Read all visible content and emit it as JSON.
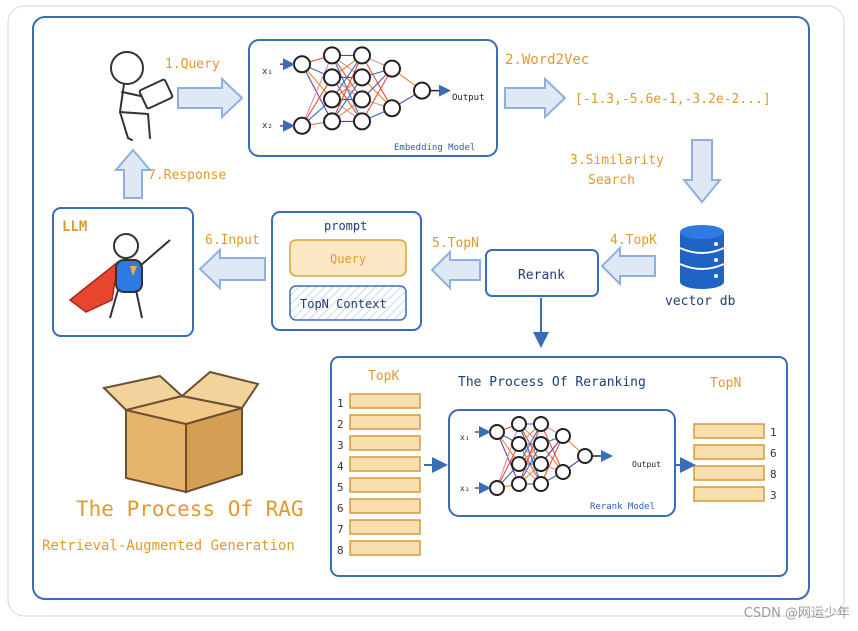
{
  "steps": {
    "query": "1.Query",
    "word2vec": "2.Word2Vec",
    "similarity_line1": "3.Similarity",
    "similarity_line2": "Search",
    "topk": "4.TopK",
    "topn": "5.TopN",
    "input": "6.Input",
    "response": "7.Response"
  },
  "embedding": {
    "label": "Embedding Model",
    "output": "Output",
    "x1": "x₁",
    "x2": "x₂"
  },
  "vector": "[-1.3,-5.6e-1,-3.2e-2...]",
  "vector_db": "vector db",
  "rerank_button": "Rerank",
  "prompt": {
    "title": "prompt",
    "query": "Query",
    "context": "TopN Context"
  },
  "llm": "LLM",
  "rag_title": "The Process Of RAG",
  "rag_subtitle": "Retrieval-Augmented Generation",
  "rerank_panel": {
    "topk_title": "TopK",
    "title": "The Process Of Reranking",
    "topn_title": "TopN",
    "model_label": "Rerank Model",
    "output": "Output",
    "x1": "x₁",
    "x2": "x₂",
    "topk_items": [
      "1",
      "2",
      "3",
      "4",
      "5",
      "6",
      "7",
      "8"
    ],
    "topn_items": [
      "1",
      "6",
      "8",
      "3"
    ]
  },
  "watermark": "CSDN @网运少年",
  "colors": {
    "frame": "#3a6db8",
    "accent": "#e09a2c",
    "arrow_fill": "#dfe9f6",
    "bar_fill": "#f9dfae"
  }
}
